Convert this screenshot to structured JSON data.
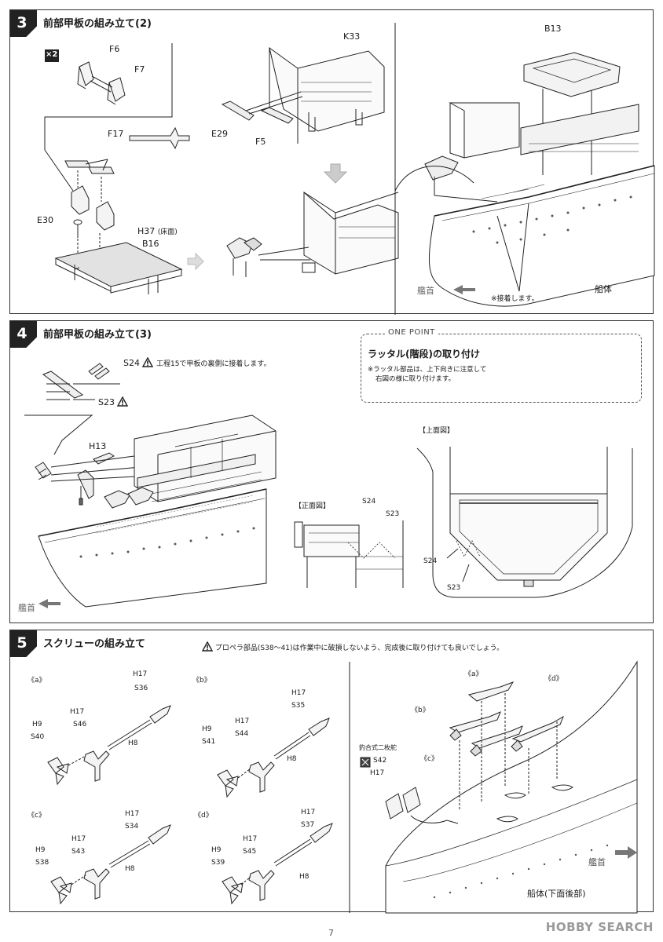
{
  "steps": [
    {
      "number": "3",
      "title": "前部甲板の組み立て(2)",
      "multiplier": "×2",
      "labels": {
        "f6": "F6",
        "f7": "F7",
        "f17": "F17",
        "e30": "E30",
        "h37": "H37",
        "h37_note": "(床面)",
        "b16": "B16",
        "k33": "K33",
        "e29": "E29",
        "f5": "F5",
        "b13": "B13",
        "bow": "艦首",
        "hull": "船体",
        "glue_note": "※接着します。"
      }
    },
    {
      "number": "4",
      "title": "前部甲板の組み立て(3)",
      "labels": {
        "s24": "S24",
        "s24_note": "工程15で甲板の裏側に接着します。",
        "s23": "S23",
        "h13": "H13",
        "bow": "艦首",
        "top_view": "【上面図】",
        "front_view": "【正面図】",
        "s24_b": "S24",
        "s23_b": "S23",
        "s24_c": "S24",
        "s23_c": "S23"
      },
      "one_point": {
        "header": "ONE POINT",
        "title": "ラッタル(階段)の取り付け",
        "note_line1": "※ラッタル部品は、上下向きに注意して",
        "note_line2": "右図の様に取り付けます。"
      }
    },
    {
      "number": "5",
      "title": "スクリューの組み立て",
      "warning": "プロペラ部品(S38〜41)は作業中に破損しないよう、完成後に取り付けても良いでしょう。",
      "groups": [
        {
          "tag": "《a》",
          "h9": "H9",
          "prop": "S40",
          "h17_a": "H17",
          "bracket": "S46",
          "h17_b": "H17",
          "shaft": "S36",
          "h8": "H8"
        },
        {
          "tag": "《b》",
          "h9": "H9",
          "prop": "S41",
          "h17_a": "H17",
          "bracket": "S44",
          "h17_b": "H17",
          "shaft": "S35",
          "h8": "H8"
        },
        {
          "tag": "《c》",
          "h9": "H9",
          "prop": "S38",
          "h17_a": "H17",
          "bracket": "S43",
          "h17_b": "H17",
          "shaft": "S34",
          "h8": "H8"
        },
        {
          "tag": "《d》",
          "h9": "H9",
          "prop": "S39",
          "h17_a": "H17",
          "bracket": "S45",
          "h17_b": "H17",
          "shaft": "S37",
          "h8": "H8"
        }
      ],
      "assembly": {
        "a": "《a》",
        "b": "《b》",
        "c": "《c》",
        "d": "《d》",
        "rudder_title": "釣合式二枚舵",
        "rudder": "S42",
        "h17": "H17",
        "bow": "艦首",
        "hull": "船体(下面後部)"
      }
    }
  ],
  "page_number": "7",
  "watermark": "HOBBY SEARCH"
}
